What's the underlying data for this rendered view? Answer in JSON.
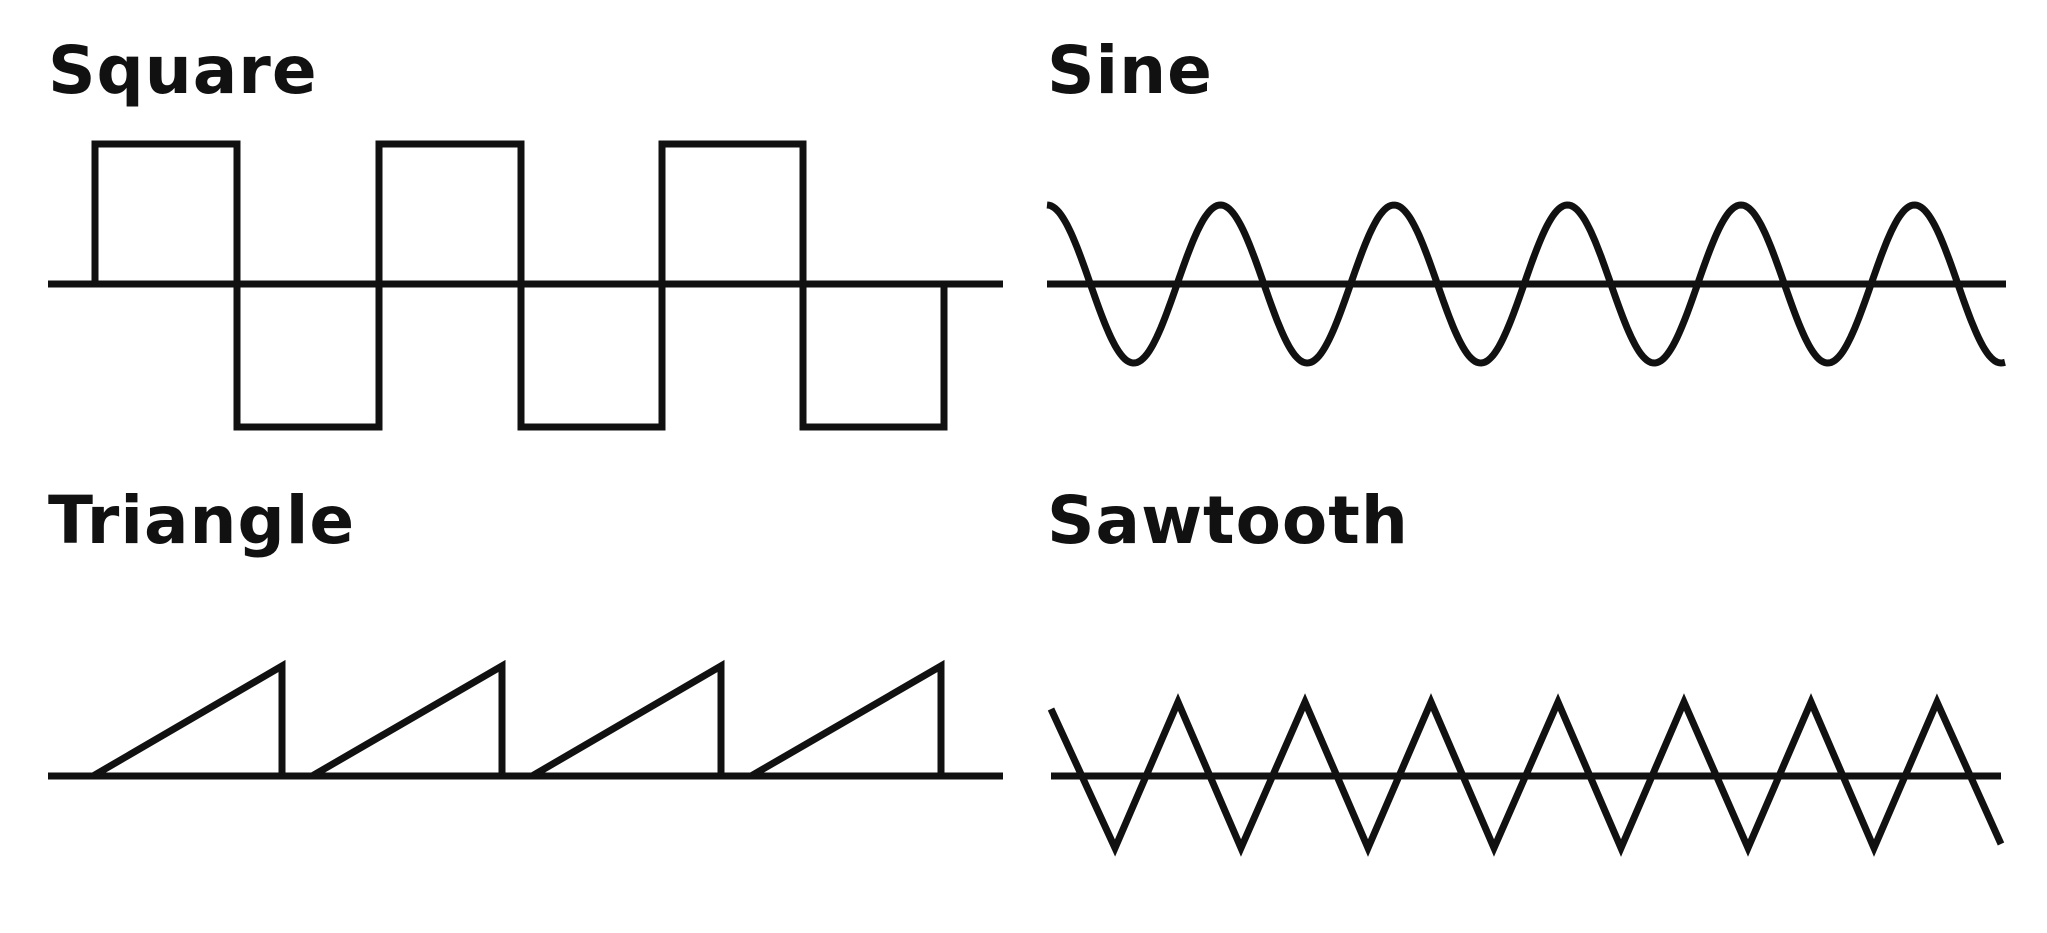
{
  "panels": [
    {
      "title": "Square"
    },
    {
      "title": "Sine"
    },
    {
      "title": "Triangle"
    },
    {
      "title": "Sawtooth"
    }
  ],
  "colors": {
    "stroke": "#111111",
    "background": "#ffffff"
  }
}
